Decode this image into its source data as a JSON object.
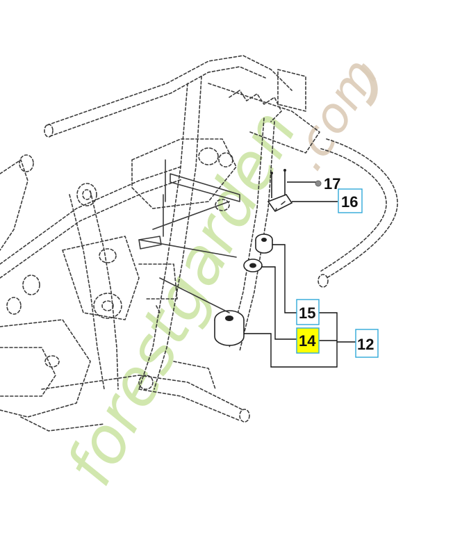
{
  "callouts": {
    "c17": "17",
    "c16": "16",
    "c15": "15",
    "c14": "14",
    "c12": "12"
  },
  "watermark": {
    "text_main": "forestgarden",
    "text_domain": ".com",
    "colors": {
      "green": "#c9e3a0",
      "orange": "#f5c27a",
      "beige": "#dcccb8"
    }
  },
  "colors": {
    "highlight": "#ffff00",
    "box_border": "#2fa8d8",
    "line": "#3a3a3a"
  }
}
